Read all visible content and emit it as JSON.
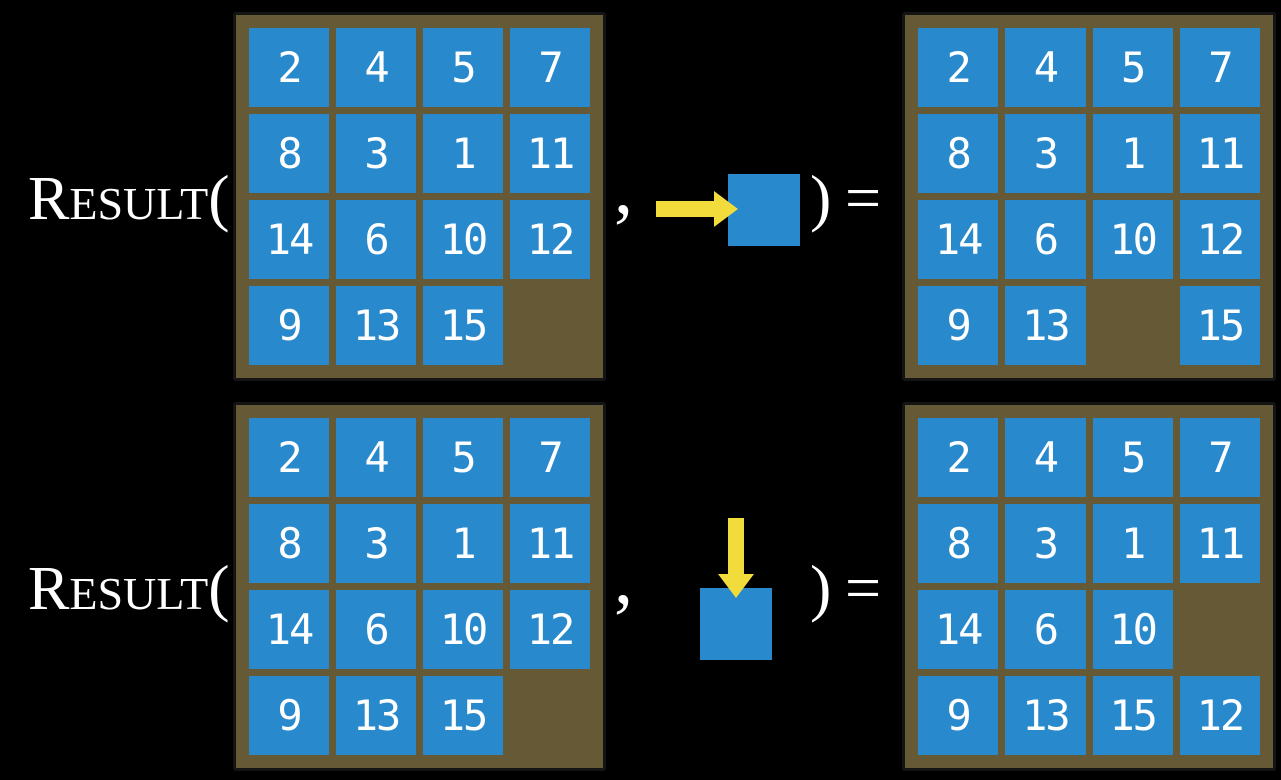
{
  "rows": [
    {
      "function": {
        "initial": "R",
        "rest": "ESULT",
        "open_paren": "("
      },
      "comma": ",",
      "close_paren": ")",
      "equals": "=",
      "action": {
        "type": "slide-right",
        "icon": "right-arrow-icon"
      },
      "input_grid": [
        [
          "2",
          "4",
          "5",
          "7"
        ],
        [
          "8",
          "3",
          "1",
          "11"
        ],
        [
          "14",
          "6",
          "10",
          "12"
        ],
        [
          "9",
          "13",
          "15",
          ""
        ]
      ],
      "output_grid": [
        [
          "2",
          "4",
          "5",
          "7"
        ],
        [
          "8",
          "3",
          "1",
          "11"
        ],
        [
          "14",
          "6",
          "10",
          "12"
        ],
        [
          "9",
          "13",
          "",
          "15"
        ]
      ]
    },
    {
      "function": {
        "initial": "R",
        "rest": "ESULT",
        "open_paren": "("
      },
      "comma": ",",
      "close_paren": ")",
      "equals": "=",
      "action": {
        "type": "slide-down",
        "icon": "down-arrow-icon"
      },
      "input_grid": [
        [
          "2",
          "4",
          "5",
          "7"
        ],
        [
          "8",
          "3",
          "1",
          "11"
        ],
        [
          "14",
          "6",
          "10",
          "12"
        ],
        [
          "9",
          "13",
          "15",
          ""
        ]
      ],
      "output_grid": [
        [
          "2",
          "4",
          "5",
          "7"
        ],
        [
          "8",
          "3",
          "1",
          "11"
        ],
        [
          "14",
          "6",
          "10",
          ""
        ],
        [
          "9",
          "13",
          "15",
          "12"
        ]
      ]
    }
  ],
  "colors": {
    "background": "#000000",
    "tile": "#2889cc",
    "frame": "#665936",
    "frame_border": "#141414",
    "arrow": "#f2dc3b",
    "text": "#ffffff"
  }
}
